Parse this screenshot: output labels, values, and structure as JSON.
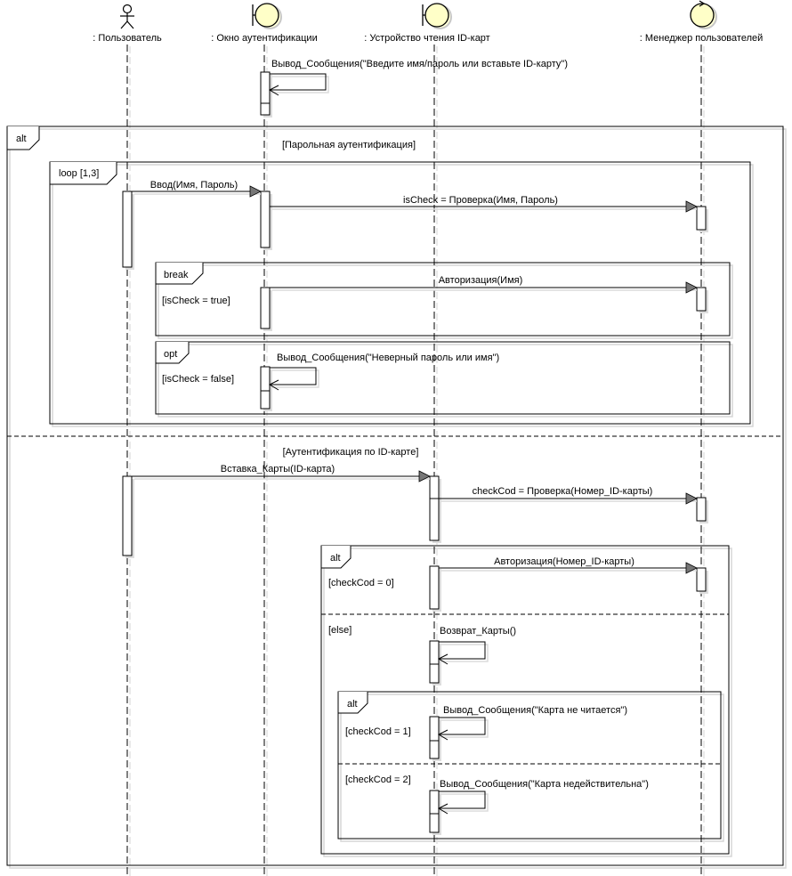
{
  "diagram": {
    "lifelines": [
      {
        "label": ": Пользователь",
        "kind": "actor"
      },
      {
        "label": ": Окно аутентификации",
        "kind": "boundary"
      },
      {
        "label": ": Устройство чтения ID-карт",
        "kind": "boundary"
      },
      {
        "label": ": Менеджер пользователей",
        "kind": "control"
      }
    ],
    "messages": {
      "m1": "Вывод_Сообщения(\"Введите имя/пароль или вставьте ID-карту\")",
      "m2": "Ввод(Имя, Пароль)",
      "m3": "isCheck = Проверка(Имя, Пароль)",
      "m4": "Авторизация(Имя)",
      "m5": "Вывод_Сообщения(\"Неверный пароль или имя\")",
      "m6": "Вставка_Карты(ID-карта)",
      "m7": "checkCod = Проверка(Номер_ID-карты)",
      "m8": "Авторизация(Номер_ID-карты)",
      "m9": "Возврат_Карты()",
      "m10": "Вывод_Сообщения(\"Карта не читается\")",
      "m11": "Вывод_Сообщения(\"Карта недействительна\")"
    },
    "fragments": {
      "alt_outer": {
        "keyword": "alt",
        "guard1": "[Парольная аутентификация]",
        "guard2": "[Аутентификация по ID-карте]"
      },
      "loop": {
        "keyword": "loop  [1,3]"
      },
      "break": {
        "keyword": "break",
        "guard": "[isCheck = true]"
      },
      "opt": {
        "keyword": "opt",
        "guard": "[isCheck = false]"
      },
      "alt_card": {
        "keyword": "alt",
        "guard1": "[checkCod = 0]",
        "guard2": "[else]"
      },
      "alt_inner": {
        "keyword": "alt",
        "guard1": "[checkCod = 1]",
        "guard2": "[checkCod = 2]"
      }
    }
  }
}
